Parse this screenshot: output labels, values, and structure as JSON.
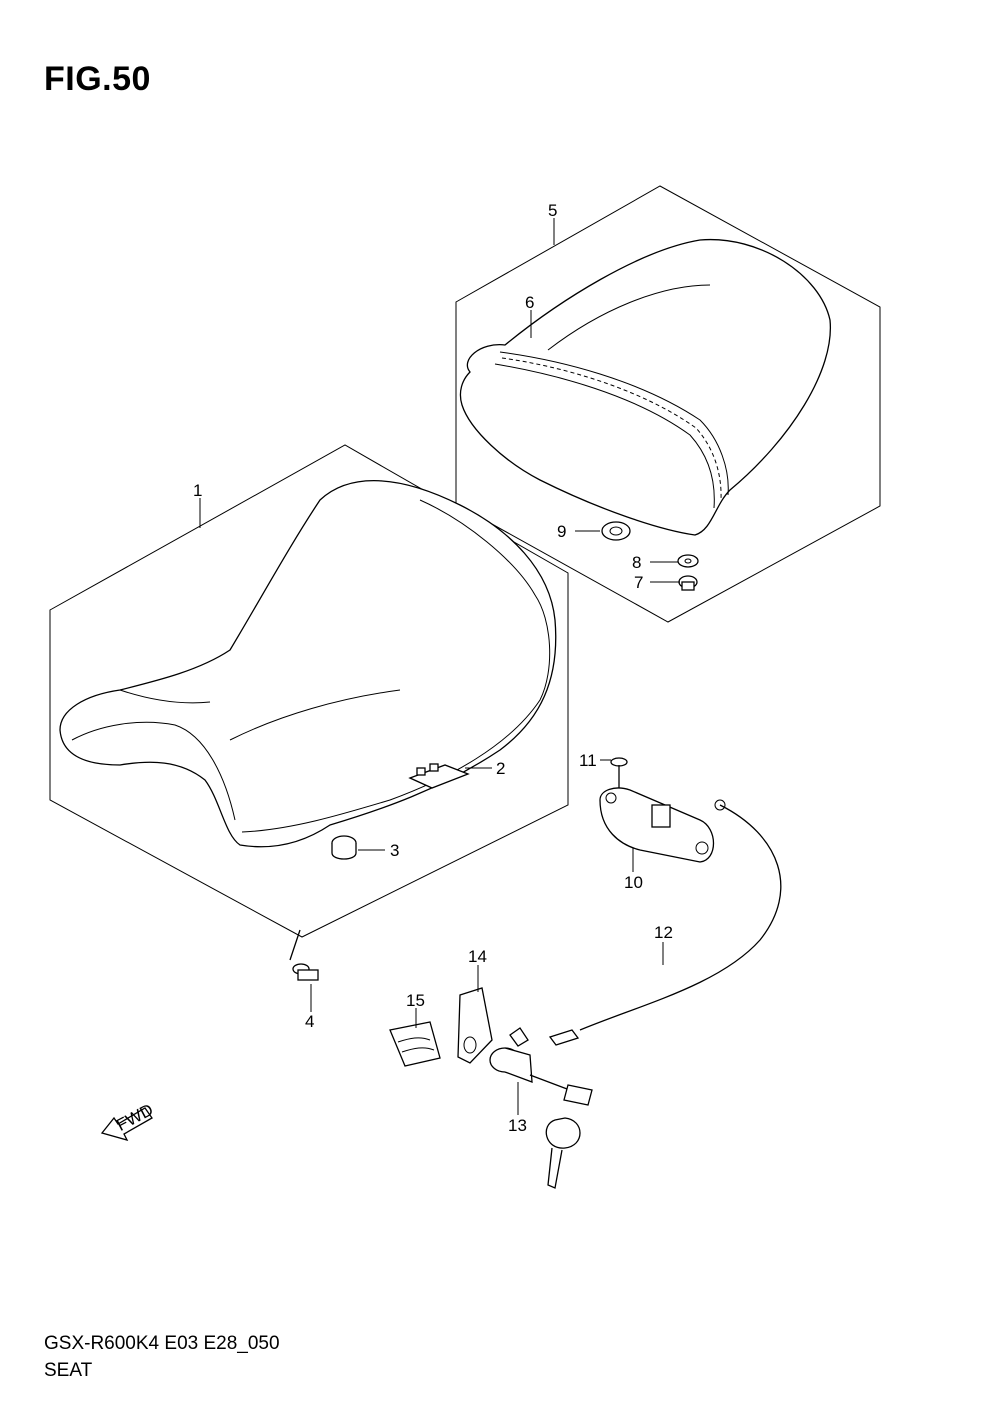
{
  "figure_title": "FIG.50",
  "model_code": "GSX-R600K4 E03 E28_050",
  "caption": "SEAT",
  "fwd_label": "FWD",
  "callouts": [
    "1",
    "2",
    "3",
    "4",
    "5",
    "6",
    "7",
    "8",
    "9",
    "10",
    "11",
    "12",
    "13",
    "14",
    "15"
  ]
}
